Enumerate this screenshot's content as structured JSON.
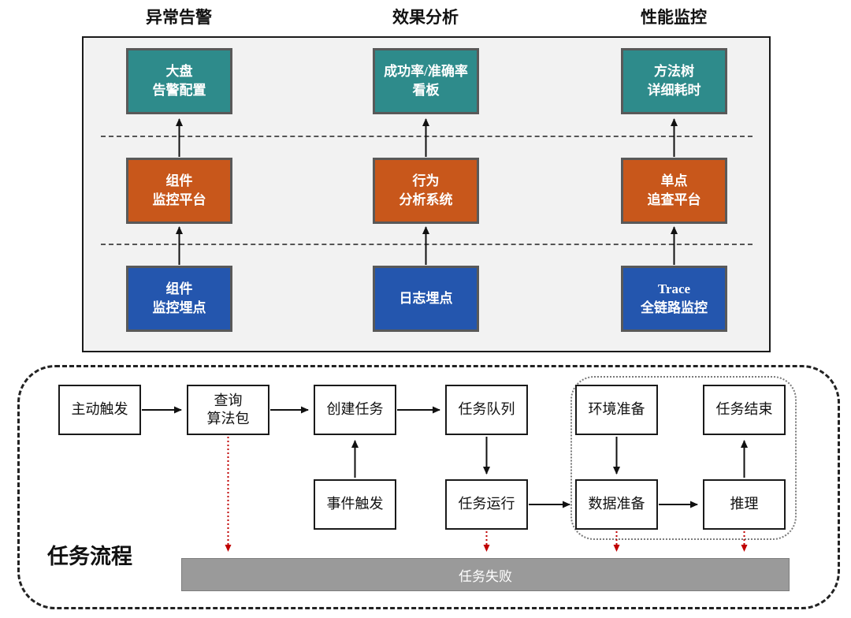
{
  "top_panel": {
    "headers": [
      "异常告警",
      "效果分析",
      "性能监控"
    ],
    "layers": [
      {
        "id": "dashboard-layer",
        "color": "#2E8B8B",
        "cells": [
          "大盘\n告警配置",
          "成功率/准确率\n看板",
          "方法树\n详细耗时"
        ]
      },
      {
        "id": "platform-layer",
        "color": "#C8571B",
        "cells": [
          "组件\n监控平台",
          "行为\n分析系统",
          "单点\n追查平台"
        ]
      },
      {
        "id": "instrumentation-layer",
        "color": "#2456AE",
        "cells": [
          "组件\n监控埋点",
          "日志埋点",
          "Trace\n全链路监控"
        ]
      }
    ]
  },
  "task_flow": {
    "label": "任务流程",
    "nodes": {
      "manual_trigger": "主动触发",
      "query_algo_package": "查询\n算法包",
      "create_task": "创建任务",
      "task_queue": "任务队列",
      "event_trigger": "事件触发",
      "task_run": "任务运行",
      "env_prepare": "环境准备",
      "task_finish": "任务结束",
      "data_prepare": "数据准备",
      "inference": "推理",
      "task_fail": "任务失败"
    },
    "colors": {
      "fail_bar": "#9A9A9A",
      "fail_arrow": "#C00000",
      "connector": "#111111"
    }
  }
}
